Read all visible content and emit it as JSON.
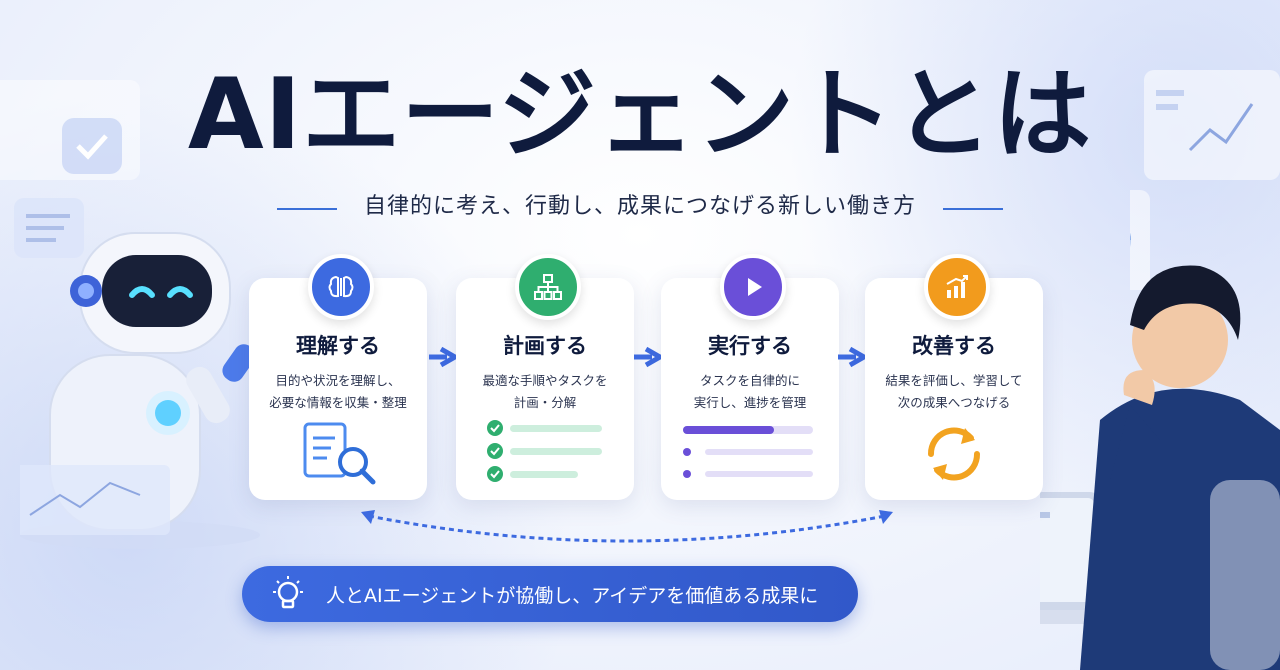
{
  "title": "AIエージェントとは",
  "subtitle": "自律的に考え、行動し、成果につなげる新しい働き方",
  "steps": [
    {
      "title": "理解する",
      "desc_lines": [
        "目的や状況を理解し、",
        "必要な情報を収集・整理"
      ],
      "icon": "brain-icon",
      "color": "#3d6ae0"
    },
    {
      "title": "計画する",
      "desc_lines": [
        "最適な手順やタスクを",
        "計画・分解"
      ],
      "icon": "hierarchy-icon",
      "color": "#2fae6f"
    },
    {
      "title": "実行する",
      "desc_lines": [
        "タスクを自律的に",
        "実行し、進捗を管理"
      ],
      "icon": "play-icon",
      "color": "#6a4fd8"
    },
    {
      "title": "改善する",
      "desc_lines": [
        "結果を評価し、学習して",
        "次の成果へつなげる"
      ],
      "icon": "growth-chart-icon",
      "color": "#f29b1d"
    }
  ],
  "banner": {
    "text": "人とAIエージェントが協働し、アイデアを価値ある成果に",
    "icon": "lightbulb-icon"
  },
  "progress": {
    "execute_bar_fraction": 0.7
  }
}
